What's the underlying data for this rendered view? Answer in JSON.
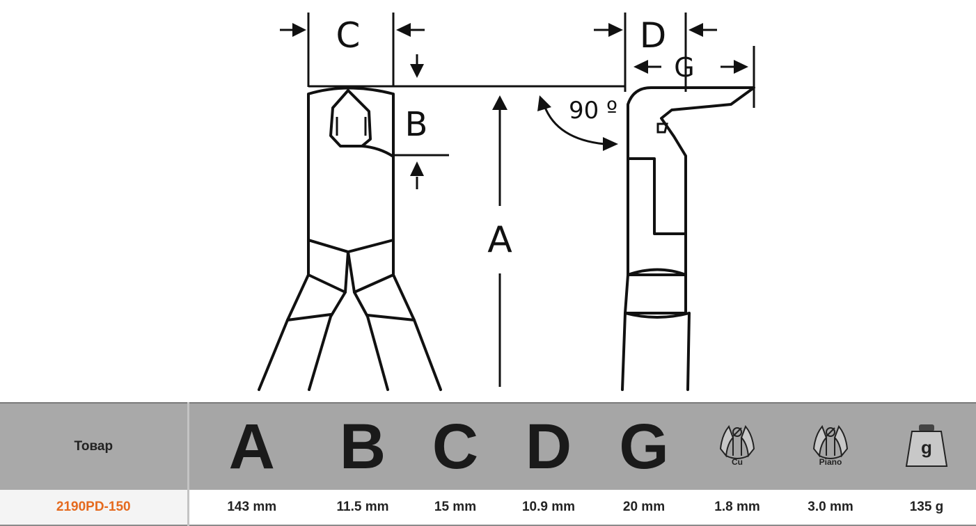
{
  "diagram": {
    "labels": {
      "c": "C",
      "d": "D",
      "b": "B",
      "g": "G",
      "a": "A",
      "angle": "90 º"
    }
  },
  "table": {
    "header": {
      "product": "Товар",
      "cols": [
        "A",
        "B",
        "C",
        "D",
        "G"
      ],
      "icons": [
        {
          "name": "copper-wire-cut-icon",
          "label": "Cu"
        },
        {
          "name": "piano-wire-cut-icon",
          "label": "Piano"
        },
        {
          "name": "weight-icon",
          "label": "g"
        }
      ]
    },
    "row": {
      "product": "2190PD-150",
      "values": [
        "143 mm",
        "11.5 mm",
        "15 mm",
        "10.9 mm",
        "20 mm",
        "1.8 mm",
        "3.0 mm",
        "135 g"
      ]
    }
  },
  "colors": {
    "header_bg": "#a6a6a6",
    "product_code": "#e56a1e",
    "line": "#111111"
  }
}
